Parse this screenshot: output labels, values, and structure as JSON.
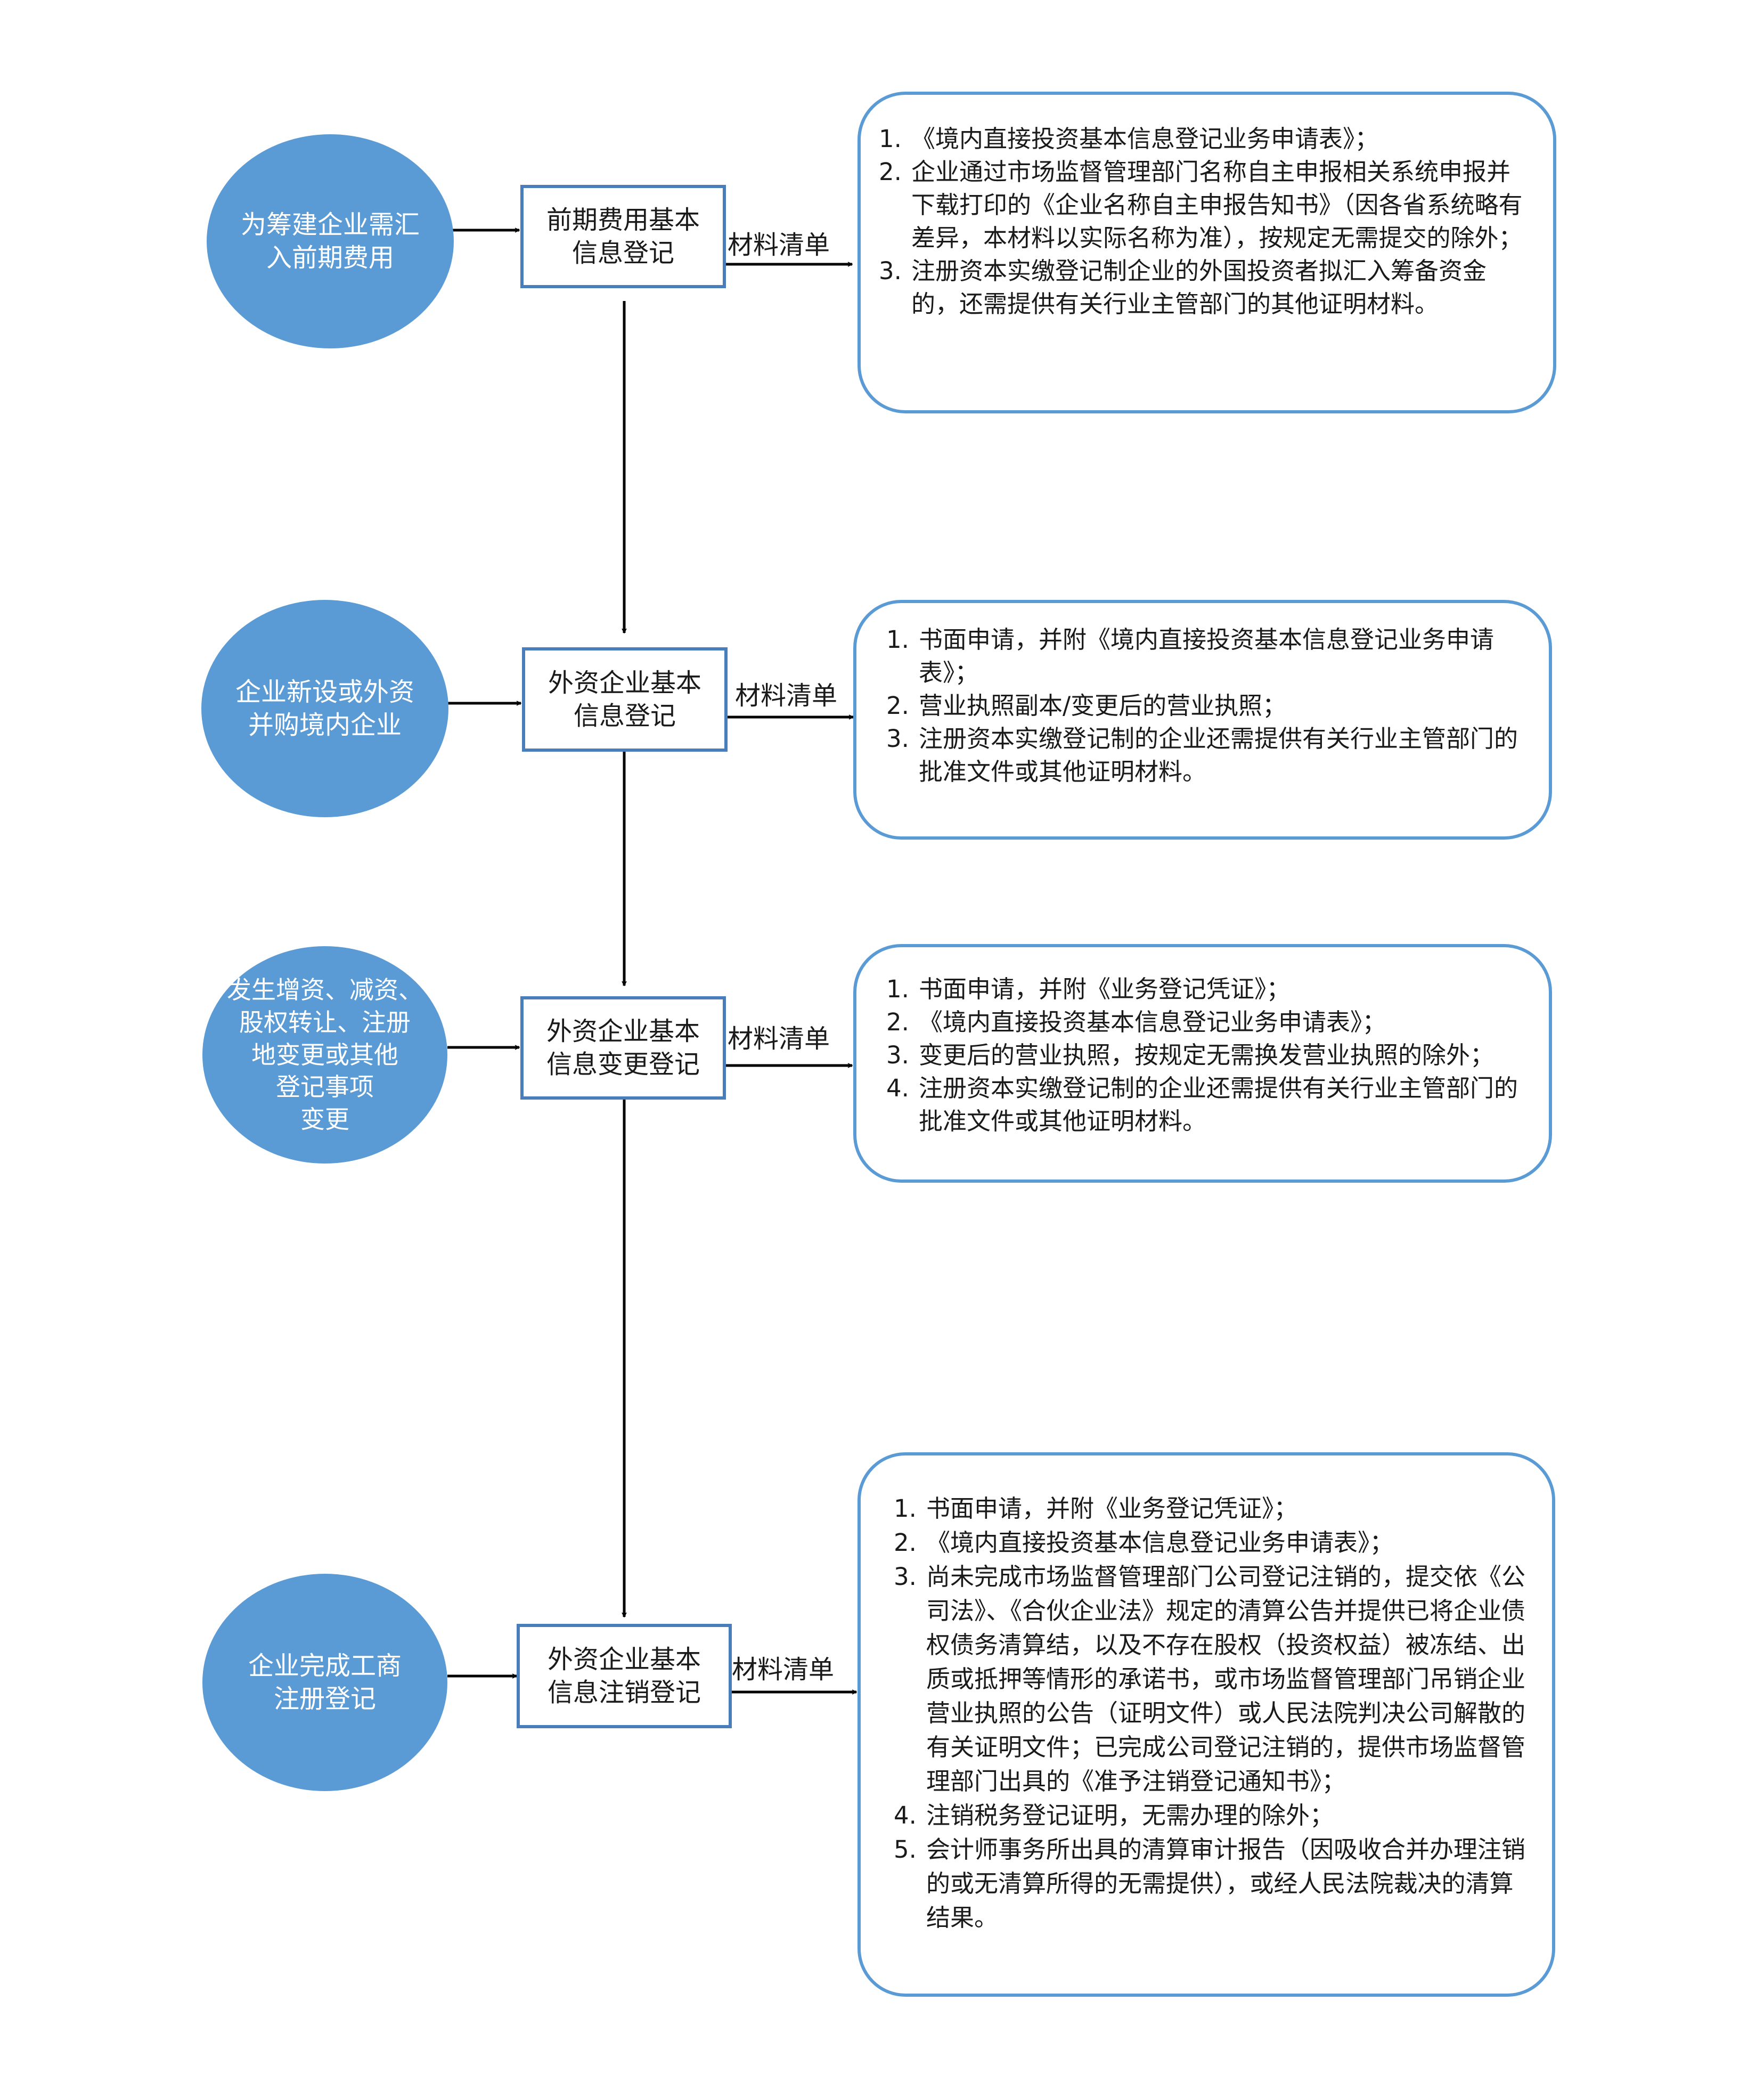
{
  "connector_label": "材料清单",
  "colors": {
    "trigger_fill": "#5b9bd5",
    "trigger_text": "#ffffff",
    "step_border": "#4a7ebb",
    "materials_border": "#5b9bd5",
    "arrow": "#000000"
  },
  "stages": [
    {
      "trigger": "为筹建企业需汇\n入前期费用",
      "step": "前期费用基本\n信息登记",
      "materials": [
        {
          "no": "1.",
          "text": "《境内直接投资基本信息登记业务申请表》；"
        },
        {
          "no": "2.",
          "text": "企业通过市场监督管理部门名称自主申报相关系统申报并下载打印的《企业名称自主申报告知书》（因各省系统略有差异，本材料以实际名称为准），按规定无需提交的除外；"
        },
        {
          "no": "3.",
          "text": "注册资本实缴登记制企业的外国投资者拟汇入筹备资金的，还需提供有关行业主管部门的其他证明材料。"
        }
      ]
    },
    {
      "trigger": "企业新设或外资\n并购境内企业",
      "step": "外资企业基本\n信息登记",
      "materials": [
        {
          "no": "1.",
          "text": "书面申请，并附《境内直接投资基本信息登记业务申请表》；"
        },
        {
          "no": "2.",
          "text": "营业执照副本/变更后的营业执照；"
        },
        {
          "no": "3.",
          "text": "注册资本实缴登记制的企业还需提供有关行业主管部门的批准文件或其他证明材料。"
        }
      ]
    },
    {
      "trigger": "发生增资、减资、\n股权转让、注册\n地变更或其他\n登记事项\n变更",
      "step": "外资企业基本\n信息变更登记",
      "materials": [
        {
          "no": "1.",
          "text": "书面申请，并附《业务登记凭证》；"
        },
        {
          "no": "2.",
          "text": "《境内直接投资基本信息登记业务申请表》；"
        },
        {
          "no": "3.",
          "text": "变更后的营业执照，按规定无需换发营业执照的除外；"
        },
        {
          "no": "4.",
          "text": "注册资本实缴登记制的企业还需提供有关行业主管部门的批准文件或其他证明材料。"
        }
      ]
    },
    {
      "trigger": "企业完成工商\n注册登记",
      "step": "外资企业基本\n信息注销登记",
      "materials": [
        {
          "no": "1.",
          "text": "书面申请，并附《业务登记凭证》；"
        },
        {
          "no": "2.",
          "text": "《境内直接投资基本信息登记业务申请表》；"
        },
        {
          "no": "3.",
          "text": "尚未完成市场监督管理部门公司登记注销的，提交依《公司法》、《合伙企业法》规定的清算公告并提供已将企业债权债务清算结，以及不存在股权（投资权益）被冻结、出质或抵押等情形的承诺书，或市场监督管理部门吊销企业营业执照的公告（证明文件）或人民法院判决公司解散的有关证明文件；已完成公司登记注销的，提供市场监督管理部门出具的《准予注销登记通知书》；"
        },
        {
          "no": "4.",
          "text": "注销税务登记证明，无需办理的除外；"
        },
        {
          "no": "5.",
          "text": "会计师事务所出具的清算审计报告（因吸收合并办理注销的或无清算所得的无需提供），或经人民法院裁决的清算结果。"
        }
      ]
    }
  ]
}
